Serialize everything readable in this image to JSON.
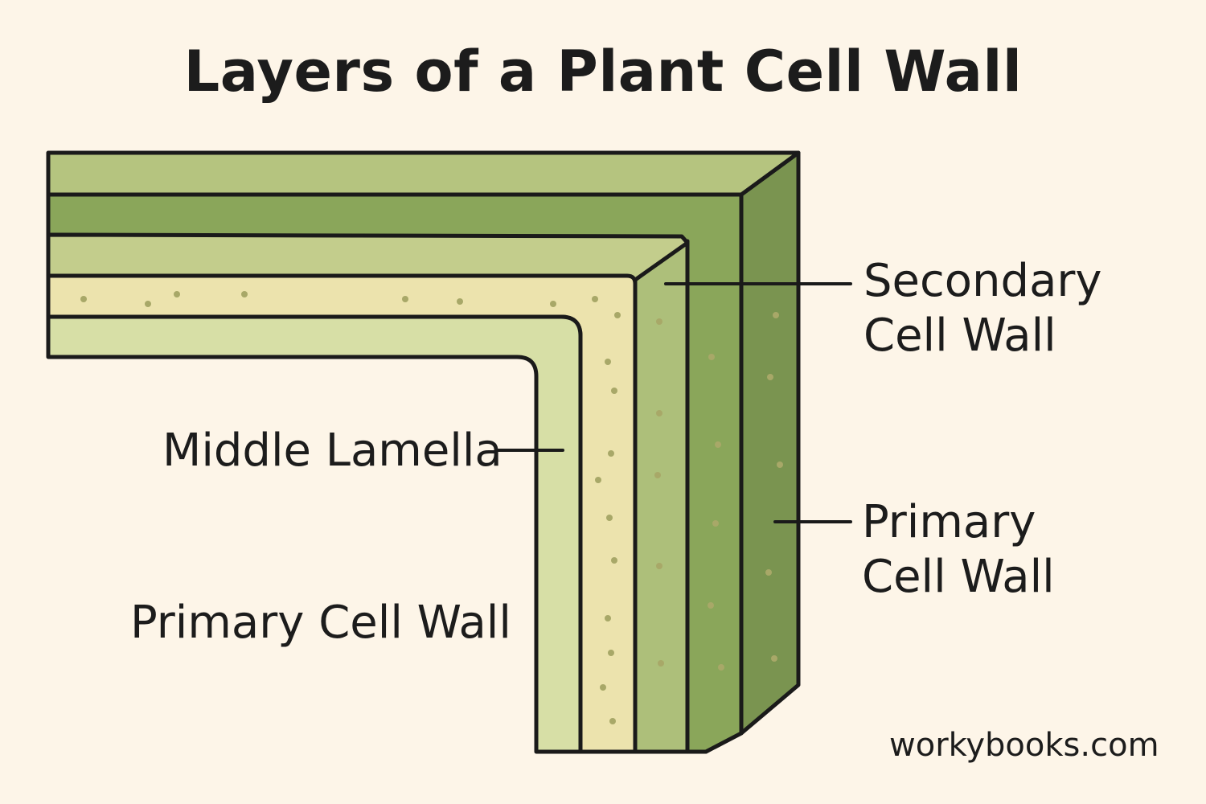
{
  "title": "Layers of a Plant Cell Wall",
  "labels": {
    "secondary_line1": "Secondary",
    "secondary_line2": "Cell Wall",
    "primary_right_line1": "Primary",
    "primary_right_line2": "Cell Wall",
    "middle_lamella": "Middle Lamella",
    "primary_left": "Primary Cell Wall"
  },
  "watermark": "workybooks.com",
  "colors": {
    "background": "#fdf5e8",
    "outer_top_face": "#b5c47f",
    "outer_band": "#8aa65a",
    "outer_side": "#7a9450",
    "inner_green": "#adbf7a",
    "inner_top_face": "#c3cd8c",
    "cream": "#ece3ad",
    "pale_green": "#d7dfa6",
    "outline": "#1a1a1a",
    "dots": "#a8a868"
  }
}
